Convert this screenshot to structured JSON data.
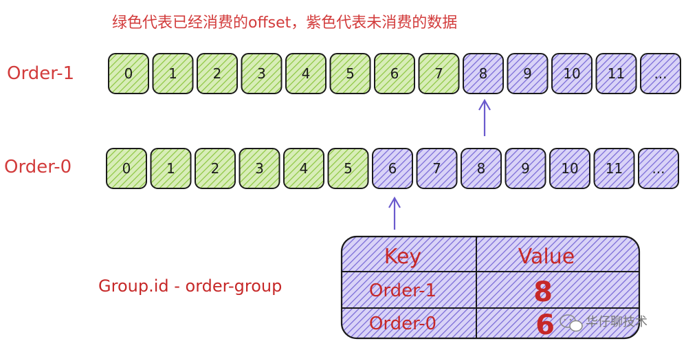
{
  "title": "绿色代表已经消费的offset，紫色代表未消费的数据",
  "colors": {
    "consumed_fill": "#d8edb8",
    "consumed_hatch": "#8cc63f",
    "unconsumed_fill": "#d9d3f7",
    "unconsumed_hatch": "#7566d6",
    "label": "#d23b3b",
    "stroke": "#1a1a1a"
  },
  "partitions": [
    {
      "label": "Order-1",
      "consumed_count": 8,
      "cells": [
        "0",
        "1",
        "2",
        "3",
        "4",
        "5",
        "6",
        "7",
        "8",
        "9",
        "10",
        "11",
        "..."
      ]
    },
    {
      "label": "Order-0",
      "consumed_count": 6,
      "cells": [
        "0",
        "1",
        "2",
        "3",
        "4",
        "5",
        "6",
        "7",
        "8",
        "9",
        "10",
        "11",
        "..."
      ]
    }
  ],
  "group_label": "Group.id - order-group",
  "table": {
    "headers": [
      "Key",
      "Value"
    ],
    "rows": [
      {
        "key": "Order-1",
        "value": "8"
      },
      {
        "key": "Order-0",
        "value": "6"
      }
    ]
  },
  "watermark": "华仔聊技术"
}
